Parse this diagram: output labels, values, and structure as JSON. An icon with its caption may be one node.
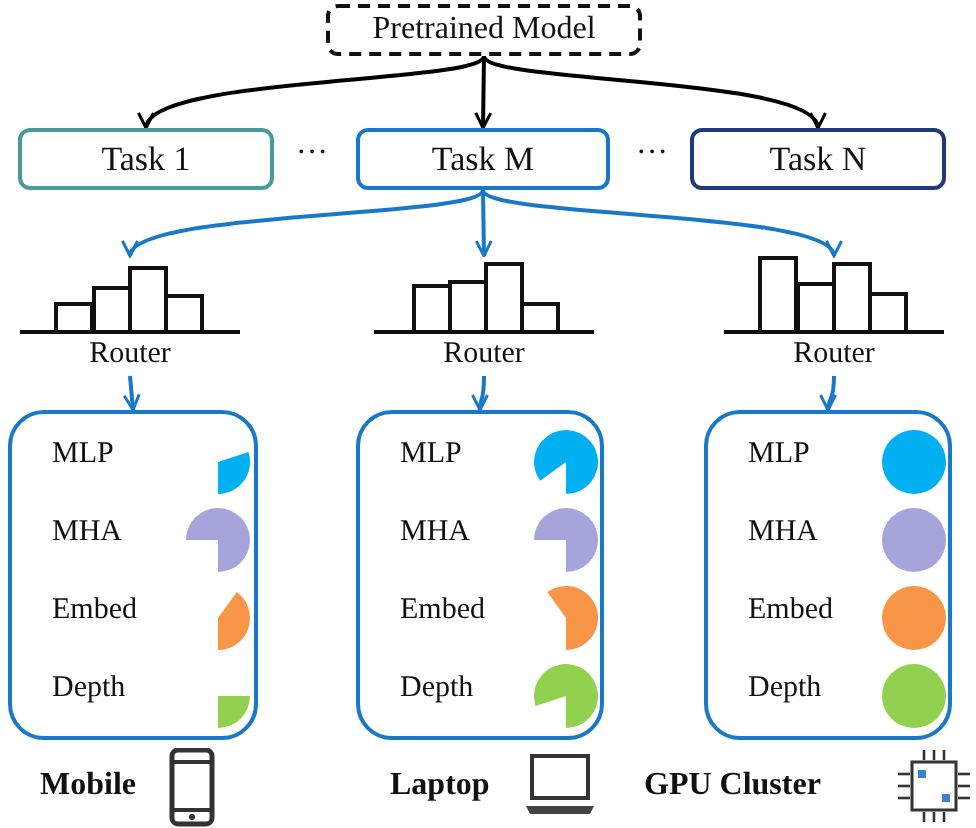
{
  "diagram": {
    "nodes": [
      {
        "text": [
          "Pretrained Model"
        ]
      },
      {
        "text": [
          "Task 1"
        ]
      },
      {
        "text": [
          "Task M"
        ]
      },
      {
        "text": [
          "Task N"
        ]
      },
      {
        "text": [
          "Router"
        ]
      },
      {
        "text": [
          "Router"
        ]
      },
      {
        "text": [
          "Router"
        ]
      },
      {
        "text": [
          "MLP",
          "MHA",
          "Embed",
          "Depth"
        ],
        "beside": [
          "Mobile"
        ]
      },
      {
        "text": [
          "MLP",
          "MHA",
          "Embed",
          "Depth"
        ],
        "beside": [
          "Laptop"
        ]
      },
      {
        "text": [
          "MLP",
          "MHA",
          "Embed",
          "Depth"
        ],
        "beside": [
          "GPU Cluster"
        ]
      }
    ],
    "edges": [
      {
        "from": 0,
        "to": 1,
        "arrow": "to",
        "color": "#000000"
      },
      {
        "from": 0,
        "to": 2,
        "arrow": "to",
        "color": "#000000"
      },
      {
        "from": 0,
        "to": 3,
        "arrow": "to",
        "color": "#000000"
      },
      {
        "from": 2,
        "to": 4,
        "arrow": "to"
      },
      {
        "from": 2,
        "to": 5,
        "arrow": "to"
      },
      {
        "from": 2,
        "to": 6,
        "arrow": "to"
      },
      {
        "from": 4,
        "to": 7,
        "arrow": "to"
      },
      {
        "from": 5,
        "to": 8,
        "arrow": "to"
      },
      {
        "from": 6,
        "to": 9,
        "arrow": "to"
      }
    ],
    "labels": [
      "···",
      "···"
    ]
  }
}
